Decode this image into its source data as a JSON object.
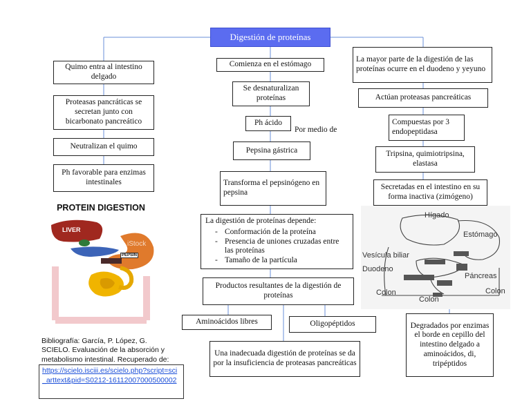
{
  "title": "Digestión de proteínas",
  "left": {
    "b1": "Quimo entra al intestino delgado",
    "b2": "Proteasas pancráticas se secretan junto con bicarbonato pancreático",
    "b3": "Neutralizan el quimo",
    "b4": "Ph favorable para enzimas intestinales",
    "img_title": "PROTEIN DIGESTION",
    "img_liver": "LIVER",
    "img_pepsin": "PEPSIN",
    "img_watermark": "iStock",
    "biblio_text": "Bibliografía: García, P. López, G. SCIELO. Evaluación de la absorción y metabolismo intestinal. Recuperado de:",
    "biblio_link": "https://scielo.isciii.es/scielo.php?script=sci_arttext&pid=S0212-16112007000500002"
  },
  "center": {
    "c1": "Comienza en el estómago",
    "c2": "Se desnaturalizan proteínas",
    "c3": "Ph ácido",
    "c3_note": "Por medio de",
    "c4": "Pepsina gástrica",
    "c5": "Transforma el pepsinógeno en pepsina",
    "c6_intro": "La digestión de proteínas depende:",
    "c6_items": [
      "Conformación de la proteína",
      "Presencia de uniones cruzadas entre las proteínas",
      "Tamaño de la partícula"
    ],
    "c7": "Productos resultantes de la digestión de proteínas",
    "c8": "Aminoácidos libres",
    "c9": "Oligopéptidos",
    "c10": "Una inadecuada digestión de proteínas se da por la insuficiencia de proteasas pancreáticas"
  },
  "right": {
    "r1": "La mayor parte de la digestión de las proteínas ocurre en el duodeno y yeyuno",
    "r2": "Actúan proteasas pancreáticas",
    "r3": "Compuestas por 3 endopeptidasa",
    "r4": "Tripsina, quimiotripsina, elastasa",
    "r5": "Secretadas en el intestino en su forma inactiva (zimógeno)",
    "img_labels": {
      "higado": "Hígado",
      "estomago": "Estómago",
      "vesicula": "Vesícula biliar",
      "duodeno": "Duodeno",
      "pancreas": "Páncreas",
      "colon1": "Colon",
      "colon2": "Colon",
      "colon3": "Colon"
    },
    "r6": "Degradados por enzimas el borde en cepillo del intestino delgado a aminoácidos, di, tripéptidos"
  }
}
